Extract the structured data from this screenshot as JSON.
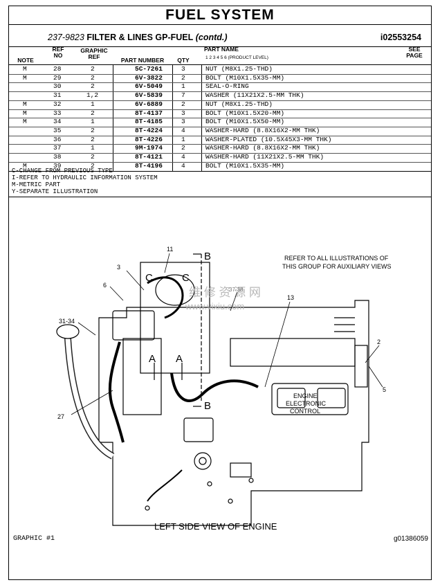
{
  "title": "FUEL SYSTEM",
  "group": {
    "number": "237-9823",
    "name": "FILTER & LINES GP-FUEL",
    "suffix": "(contd.)",
    "id": "i02553254"
  },
  "headers": {
    "note": "NOTE",
    "ref_no_1": "REF",
    "ref_no_2": "NO",
    "graphic_ref_1": "GRAPHIC",
    "graphic_ref_2": "REF",
    "part_number": "PART NUMBER",
    "qty": "QTY",
    "part_name": "PART NAME",
    "product_level": "1  2  3  4  5  6  (PRODUCT LEVEL)",
    "see_page_1": "SEE",
    "see_page_2": "PAGE"
  },
  "rows": [
    {
      "note": "M",
      "ref": "28",
      "graphic": "2",
      "part": "5C-7261",
      "qty": "3",
      "name": "NUT (M8X1.25-THD)"
    },
    {
      "note": "M",
      "ref": "29",
      "graphic": "2",
      "part": "6V-3822",
      "qty": "2",
      "name": "BOLT (M10X1.5X35-MM)"
    },
    {
      "note": "",
      "ref": "30",
      "graphic": "2",
      "part": "6V-5049",
      "qty": "1",
      "name": "SEAL-O-RING"
    },
    {
      "note": "",
      "ref": "31",
      "graphic": "1,2",
      "part": "6V-5839",
      "qty": "7",
      "name": "WASHER (11X21X2.5-MM THK)"
    },
    {
      "note": "M",
      "ref": "32",
      "graphic": "1",
      "part": "6V-6889",
      "qty": "2",
      "name": "NUT (M8X1.25-THD)"
    },
    {
      "note": "M",
      "ref": "33",
      "graphic": "2",
      "part": "8T-4137",
      "qty": "3",
      "name": "BOLT (M10X1.5X20-MM)"
    },
    {
      "note": "M",
      "ref": "34",
      "graphic": "1",
      "part": "8T-4185",
      "qty": "3",
      "name": "BOLT (M10X1.5X50-MM)"
    },
    {
      "note": "",
      "ref": "35",
      "graphic": "2",
      "part": "8T-4224",
      "qty": "4",
      "name": "WASHER-HARD (8.8X16X2-MM THK)"
    },
    {
      "note": "",
      "ref": "36",
      "graphic": "2",
      "part": "8T-4226",
      "qty": "1",
      "name": "WASHER-PLATED (10.5X45X3-MM THK)"
    },
    {
      "note": "",
      "ref": "37",
      "graphic": "1",
      "part": "9M-1974",
      "qty": "2",
      "name": "WASHER-HARD (8.8X16X2-MM THK)"
    },
    {
      "note": "",
      "ref": "38",
      "graphic": "2",
      "part": "8T-4121",
      "qty": "4",
      "name": "WASHER-HARD (11X21X2.5-MM THK)"
    },
    {
      "note": "M",
      "ref": "39",
      "graphic": "2",
      "part": "8T-4196",
      "qty": "4",
      "name": "BOLT (M10X1.5X35-MM)"
    }
  ],
  "legend": [
    "C-CHANGE FROM PREVIOUS TYPE",
    "I-REFER TO HYDRAULIC INFORMATION SYSTEM",
    "M-METRIC PART",
    "Y-SEPARATE ILLUSTRATION"
  ],
  "diagram": {
    "note_1": "REFER TO ALL ILLUSTRATIONS OF",
    "note_2": "THIS GROUP FOR AUXILIARY VIEWS",
    "ecm_1": "ENGINE",
    "ecm_2": "ELECTRONIC",
    "ecm_3": "CONTROL",
    "watermark_1": "维 修 资 源 网",
    "watermark_2": "www.vixiu.com",
    "caption": "LEFT SIDE VIEW OF ENGINE",
    "callouts": {
      "c11": "11",
      "c3": "3",
      "c6": "6",
      "c3134": "31-34",
      "c27": "27",
      "c13": "13",
      "c2": "2",
      "c5": "5",
      "c37": "37-38"
    },
    "view_letters": {
      "B": "B",
      "C": "C",
      "A": "A"
    }
  },
  "footer": {
    "graphic": "GRAPHIC #1",
    "id": "g01386059"
  }
}
